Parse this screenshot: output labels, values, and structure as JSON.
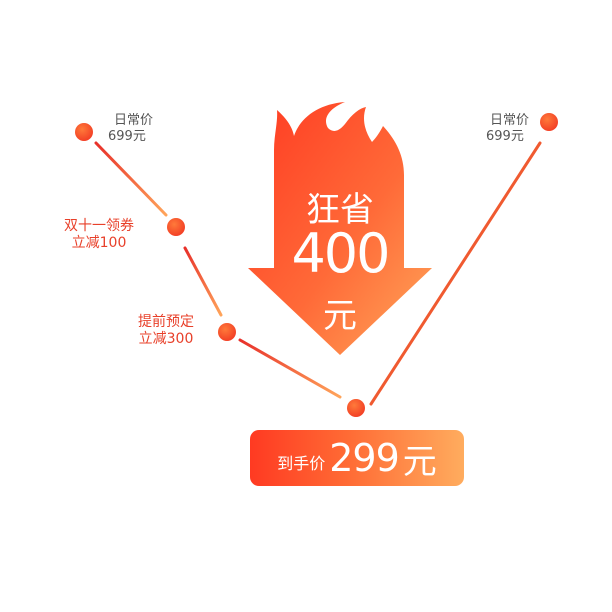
{
  "colors": {
    "accent_red": "#ff3a22",
    "accent_orange": "#ffac5e",
    "label_red": "#e8402a",
    "label_gray": "#555555"
  },
  "points": [
    {
      "id": "left-regular",
      "title": "日常价",
      "value": "699元",
      "style": "gray"
    },
    {
      "id": "double-eleven",
      "title": "双十一领券",
      "value": "立减100",
      "style": "red"
    },
    {
      "id": "presale",
      "title": "提前预定",
      "value": "立减300",
      "style": "red"
    },
    {
      "id": "final",
      "title": "",
      "value": "",
      "style": "none"
    },
    {
      "id": "right-regular",
      "title": "日常价",
      "value": "699元",
      "style": "gray"
    }
  ],
  "savings_badge": {
    "line1": "狂省",
    "amount": "400",
    "unit": "元",
    "icon": "flame-arrow-down-icon"
  },
  "final_price": {
    "label": "到手价",
    "amount": "299",
    "unit": "元"
  }
}
